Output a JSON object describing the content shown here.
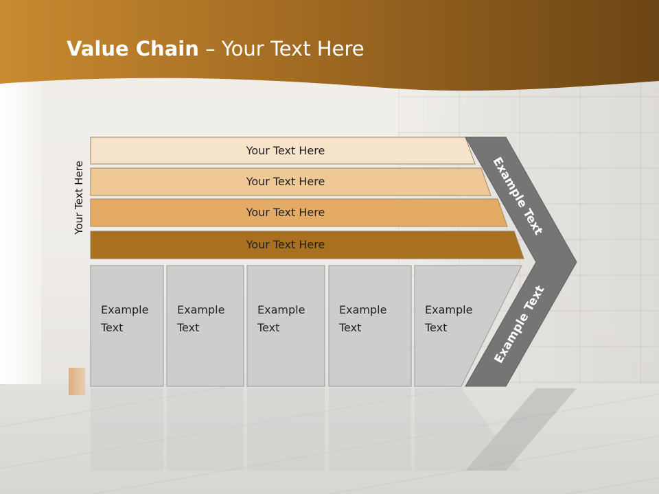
{
  "slide": {
    "title_bold": "Value Chain",
    "title_rest": " – Your Text Here",
    "side_label": "Your Text Here"
  },
  "bars": [
    {
      "label": "Your Text Here",
      "color": "#f5e3ca"
    },
    {
      "label": "Your Text Here",
      "color": "#efc896"
    },
    {
      "label": "Your Text Here",
      "color": "#e3ab63"
    },
    {
      "label": "Your Text Here",
      "color": "#a8701f"
    }
  ],
  "boxes": [
    {
      "line1": "Example",
      "line2": "Text"
    },
    {
      "line1": "Example",
      "line2": "Text"
    },
    {
      "line1": "Example",
      "line2": "Text"
    },
    {
      "line1": "Example",
      "line2": "Text"
    },
    {
      "line1": "Example",
      "line2": "Text"
    }
  ],
  "chevron": {
    "upper": "Example Text",
    "lower": "Example Text",
    "color": "#757575"
  },
  "colors": {
    "header_dark": "#6e4a16",
    "header_light": "#c9892f",
    "box_fill": "#cdcdcd",
    "box_stroke": "#9a9a9a"
  }
}
